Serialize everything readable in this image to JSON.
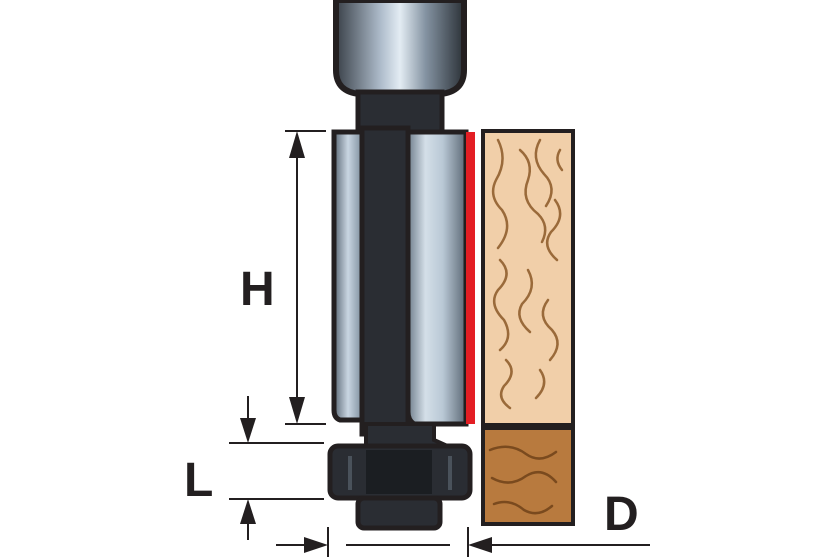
{
  "labels": {
    "height": "H",
    "length": "L",
    "diameter": "D"
  },
  "colors": {
    "outline": "#231f20",
    "shank_dark": "#2a2d33",
    "metal_light": "#c9d6e2",
    "metal_mid": "#7f8f9e",
    "cutting_edge": "#e31e24",
    "wood_light": "#f1cfa9",
    "wood_grain": "#9a6a3a",
    "wood_dark": "#b87a3e",
    "background": "#ffffff"
  },
  "icons": {
    "router_bit": "flush-trim-router-bit-icon",
    "bearing": "guide-bearing-icon",
    "workpiece": "wood-workpiece-icon"
  }
}
